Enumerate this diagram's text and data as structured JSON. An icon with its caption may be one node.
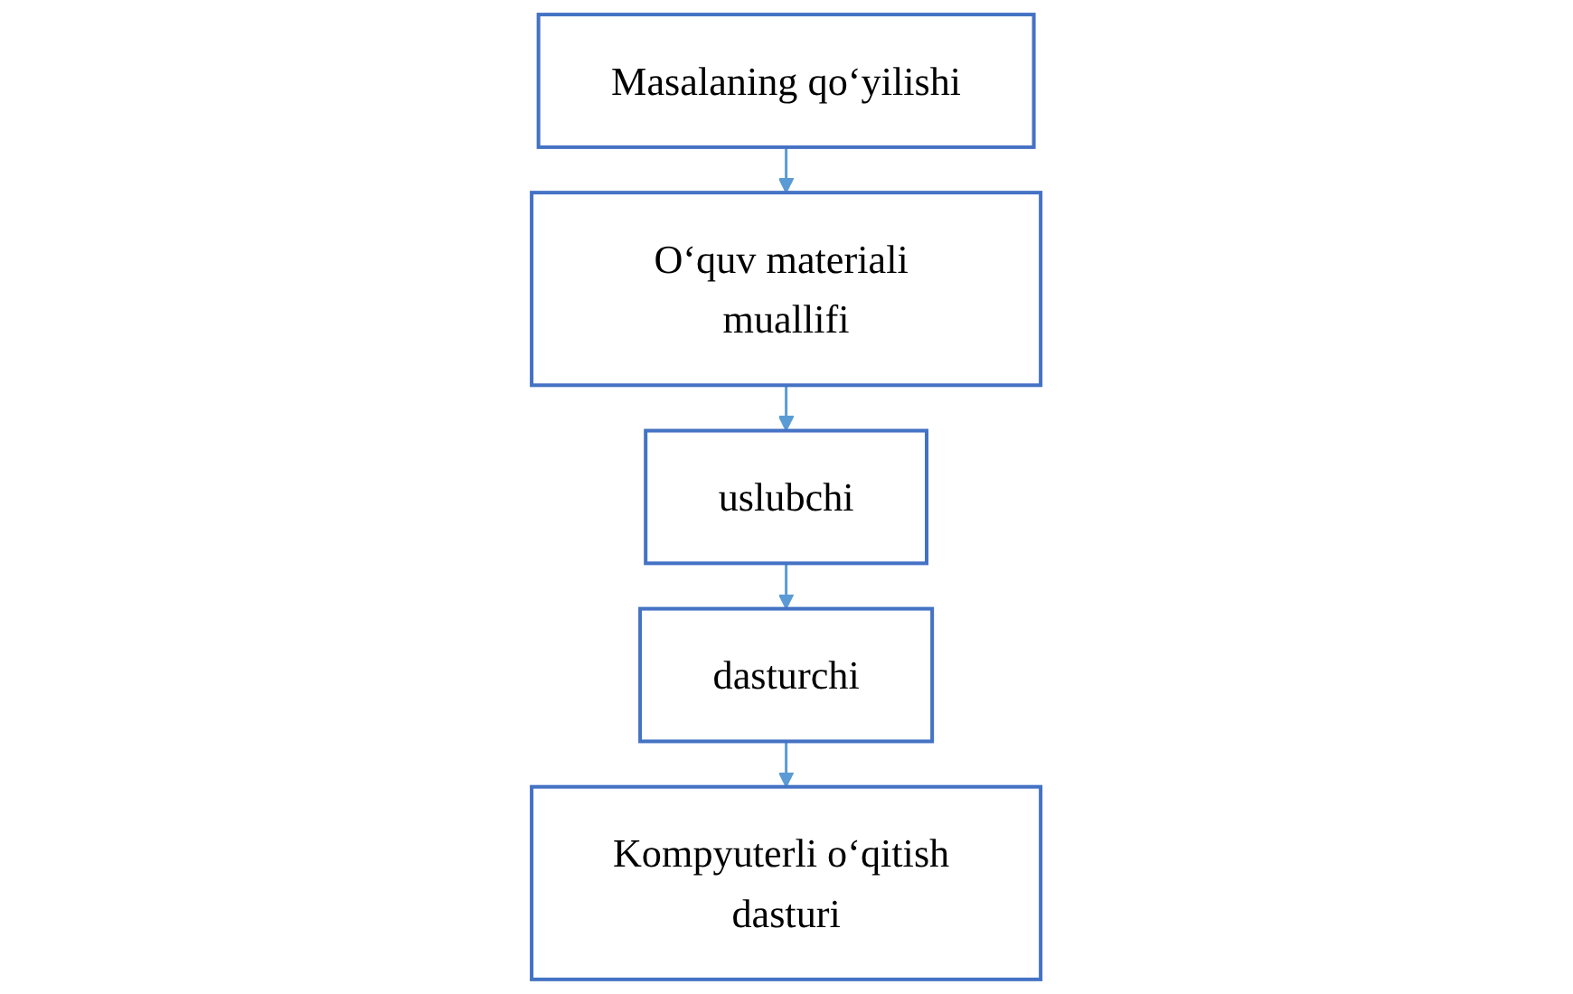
{
  "diagram": {
    "nodes": [
      {
        "text": [
          "Masalaning qo‘yilishi"
        ]
      },
      {
        "text": [
          "O‘quv materiali muallifi"
        ]
      },
      {
        "text": [
          "uslubchi"
        ]
      },
      {
        "text": [
          "dasturchi"
        ]
      },
      {
        "text": [
          "Kompyuterli o‘qitish dasturi"
        ]
      }
    ],
    "edges": [
      {
        "from": 0,
        "to": 1,
        "arrow": "to"
      },
      {
        "from": 1,
        "to": 2,
        "arrow": "to"
      },
      {
        "from": 2,
        "to": 3,
        "arrow": "to"
      },
      {
        "from": 3,
        "to": 4,
        "arrow": "to"
      }
    ]
  }
}
